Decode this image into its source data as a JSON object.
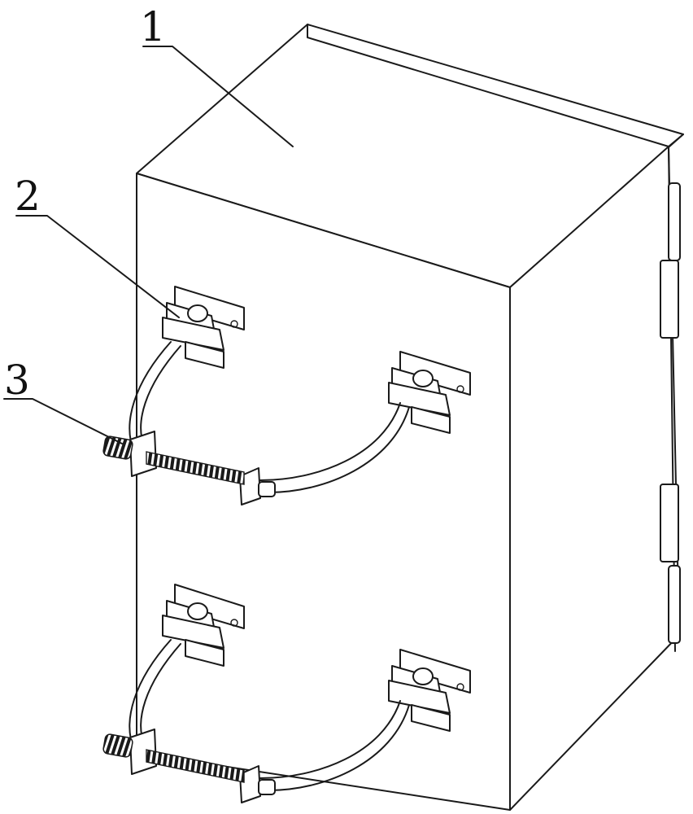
{
  "labels": {
    "label_1": "1",
    "label_2": "2",
    "label_3": "3"
  }
}
